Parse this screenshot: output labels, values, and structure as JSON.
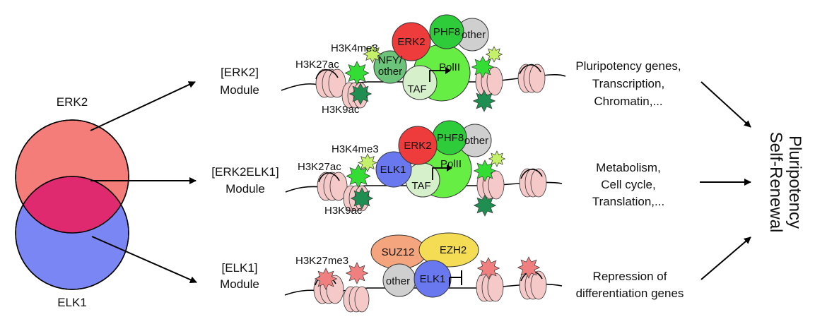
{
  "colors": {
    "erk2_circle": "#f47d7a",
    "elk1_circle": "#7a86f4",
    "overlap": "#e02a70",
    "erk2_protein": "#ee3b3b",
    "elk1_protein": "#6a78ef",
    "phf8_protein": "#2ecc3a",
    "polii_protein": "#66ee44",
    "other_protein": "#cfcfcf",
    "nfy_protein": "#6cc47a",
    "taf_protein": "#d6f0cc",
    "suz12_protein": "#f4a57d",
    "ezh2_protein": "#f4dc54",
    "nucleosome": "#f6c9c9",
    "h3k27ac_mark": "#33dd33",
    "h3k4me3_mark": "#c4f06a",
    "h3k9ac_mark": "#1e8f50",
    "h3k27me3_mark": "#f08080"
  },
  "venn": {
    "erk2_label": "ERK2",
    "elk1_label": "ELK1"
  },
  "modules": [
    {
      "name_line1": "[ERK2]",
      "name_line2": "Module",
      "mark_h3k4me3": "H3K4me3",
      "mark_h3k27ac": "H3K27ac",
      "mark_h3k9ac": "H3K9ac",
      "protein_erk2": "ERK2",
      "protein_phf8": "PHF8",
      "protein_other": "other",
      "protein_nfy_line1": "NFY/",
      "protein_nfy_line2": "other",
      "protein_polii": "PolII",
      "protein_taf": "TAF",
      "outcome_lines": [
        "Pluripotency genes,",
        "Transcription,",
        "Chromatin,..."
      ]
    },
    {
      "name_line1": "[ERK2ELK1]",
      "name_line2": "Module",
      "mark_h3k4me3": "H3K4me3",
      "mark_h3k27ac": "H3K27ac",
      "mark_h3k9ac": "H3K9ac",
      "protein_erk2": "ERK2",
      "protein_phf8": "PHF8",
      "protein_other": "other",
      "protein_elk1": "ELK1",
      "protein_polii": "PolII",
      "protein_taf": "TAF",
      "outcome_lines": [
        "Metabolism,",
        "Cell cycle,",
        "Translation,..."
      ]
    },
    {
      "name_line1": "[ELK1]",
      "name_line2": "Module",
      "mark_h3k27me3": "H3K27me3",
      "protein_suz12": "SUZ12",
      "protein_ezh2": "EZH2",
      "protein_other": "other",
      "protein_elk1": "ELK1",
      "outcome_lines": [
        "Repression of",
        "differentiation genes"
      ]
    }
  ],
  "final": {
    "line1": "Self-Renewal",
    "line2": "Pluripotency"
  }
}
